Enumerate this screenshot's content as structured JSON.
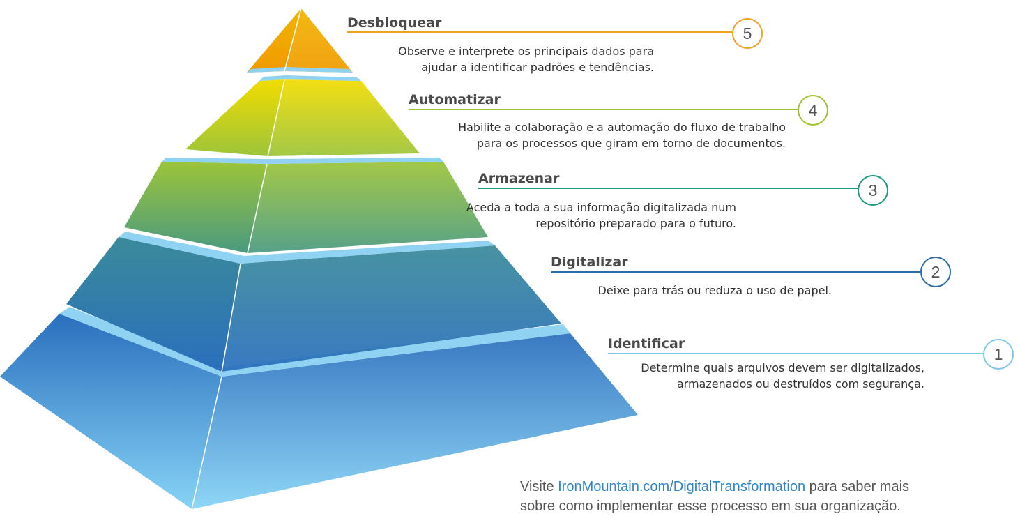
{
  "steps": [
    {
      "number": "5",
      "title": "Desbloquear",
      "desc_lines": [
        "Observe e interprete os principais dados para",
        "ajudar a identificar padrões e tendências."
      ],
      "color": "#f0a020"
    },
    {
      "number": "4",
      "title": "Automatizar",
      "desc_lines": [
        "Habilite a colaboração e a automação do fluxo de trabalho",
        "para os processos que giram em torno de documentos."
      ],
      "color": "#9cc230"
    },
    {
      "number": "3",
      "title": "Armazenar",
      "desc_lines": [
        "Aceda a toda a sua informação digitalizada num",
        "repositório preparado para o futuro."
      ],
      "color": "#1e9a7e"
    },
    {
      "number": "2",
      "title": "Digitalizar",
      "desc_lines": [
        "Deixe para trás ou reduza o uso de papel."
      ],
      "color": "#2c6ca8"
    },
    {
      "number": "1",
      "title": "Identificar",
      "desc_lines": [
        "Determine quais arquivos devem ser digitalizados,",
        "armazenados ou destruídos com segurança."
      ],
      "color": "#7ec8ec"
    }
  ],
  "footer": {
    "prefix": "Visite ",
    "link": "IronMountain.com/DigitalTransformation",
    "suffix": " para saber mais",
    "line2": "sobre como implementar esse processo em sua organização."
  }
}
